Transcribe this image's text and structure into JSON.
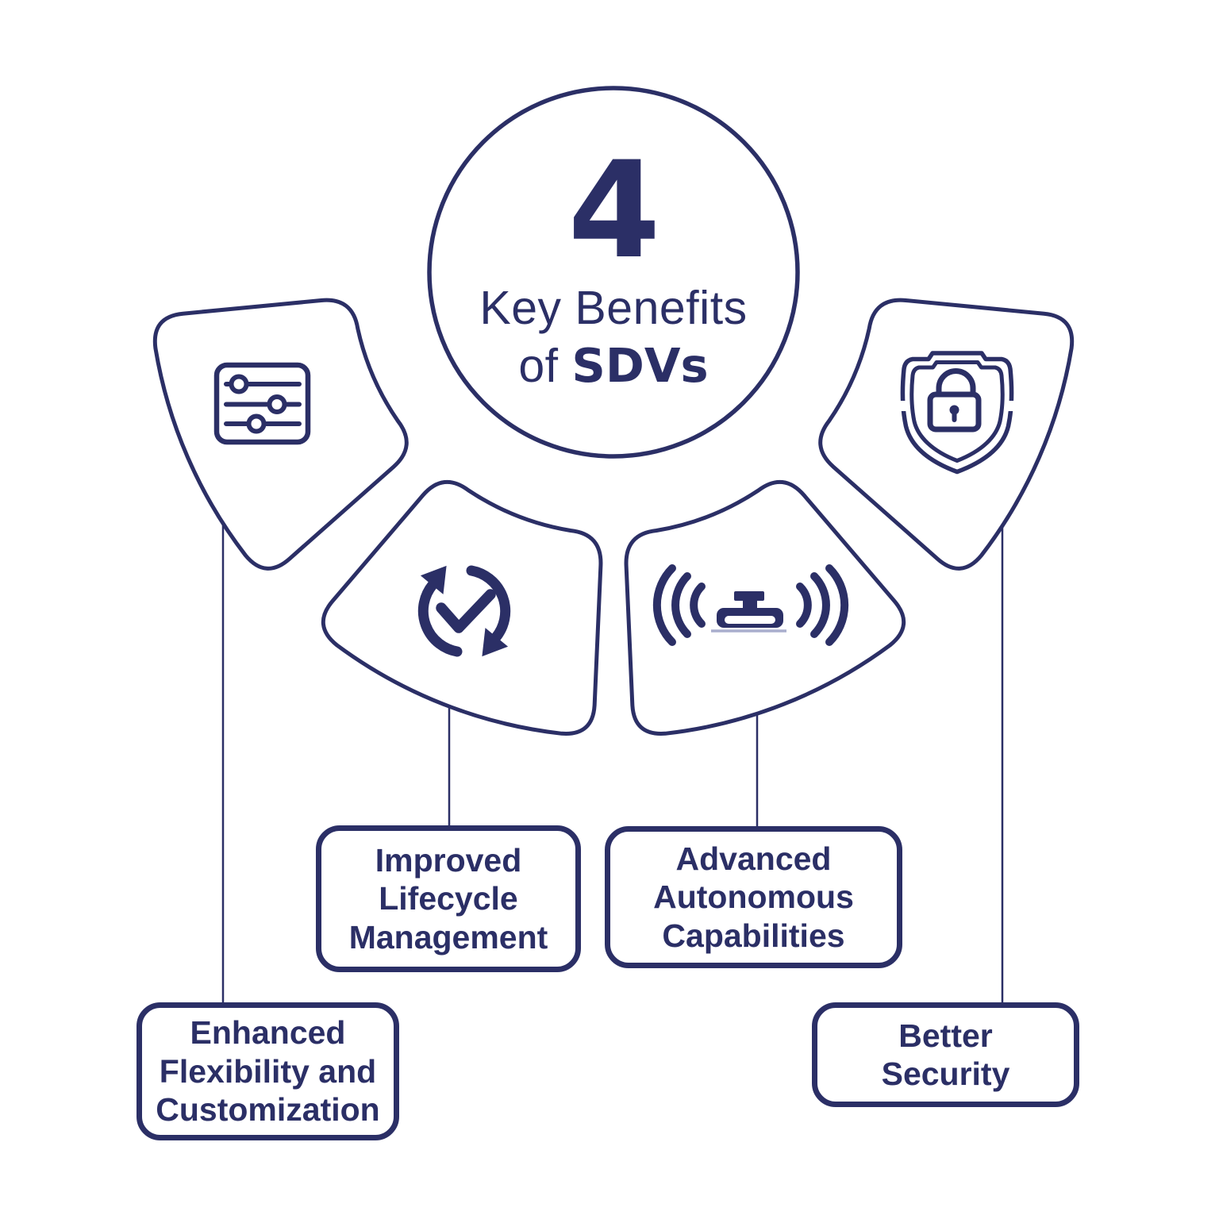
{
  "colors": {
    "navy": "#2b2f66",
    "light_line": "#a9aecd",
    "background": "#ffffff"
  },
  "center_badge": {
    "number": "4",
    "title_line": "Key Benefits",
    "subtitle_prefix": "of ",
    "subtitle_bold": "SDVs"
  },
  "benefits": [
    {
      "label": "Enhanced\nFlexibility and\nCustomization",
      "icon": "sliders-icon"
    },
    {
      "label": "Improved\nLifecycle\nManagement",
      "icon": "sync-check-icon"
    },
    {
      "label": "Advanced\nAutonomous\nCapabilities",
      "icon": "sensor-waves-icon"
    },
    {
      "label": "Better\nSecurity",
      "icon": "shield-lock-icon"
    }
  ]
}
